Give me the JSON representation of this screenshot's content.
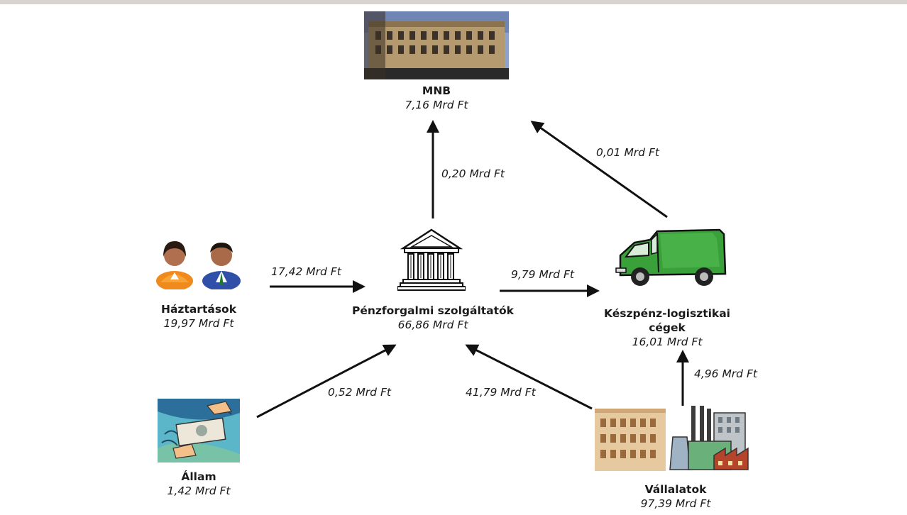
{
  "nodes": {
    "mnb": {
      "name": "MNB",
      "amount": "7,16 Mrd Ft"
    },
    "penzforgalmi": {
      "name": "Pénzforgalmi szolgáltatók",
      "amount": "66,86 Mrd Ft"
    },
    "haztartasok": {
      "name": "Háztartások",
      "amount": "19,97 Mrd Ft"
    },
    "keszpenz": {
      "name_line1": "Készpénz-logisztikai",
      "name_line2": "cégek",
      "amount": "16,01 Mrd Ft"
    },
    "allam": {
      "name": "Állam",
      "amount": "1,42 Mrd Ft"
    },
    "vallalatok": {
      "name": "Vállalatok",
      "amount": "97,39 Mrd Ft"
    }
  },
  "flows": {
    "penzforgalmi_to_mnb": "0,20 Mrd Ft",
    "keszpenz_to_mnb": "0,01 Mrd Ft",
    "haztartasok_to_penzforgalmi": "17,42 Mrd Ft",
    "penzforgalmi_to_keszpenz": "9,79 Mrd Ft",
    "allam_to_penzforgalmi": "0,52 Mrd Ft",
    "vallalatok_to_penzforgalmi": "41,79 Mrd Ft",
    "vallalatok_to_keszpenz": "4,96 Mrd Ft"
  },
  "icons": {
    "mnb": "bank-building-photo-icon",
    "penzforgalmi": "classical-bank-icon",
    "haztartasok": "people-icon",
    "keszpenz": "van-icon",
    "allam": "money-exchange-icon",
    "vallalatok": "factory-buildings-icon"
  },
  "colors": {
    "arrow": "#111111",
    "van": "#3aa03a",
    "frame": "#d9d4cf"
  }
}
